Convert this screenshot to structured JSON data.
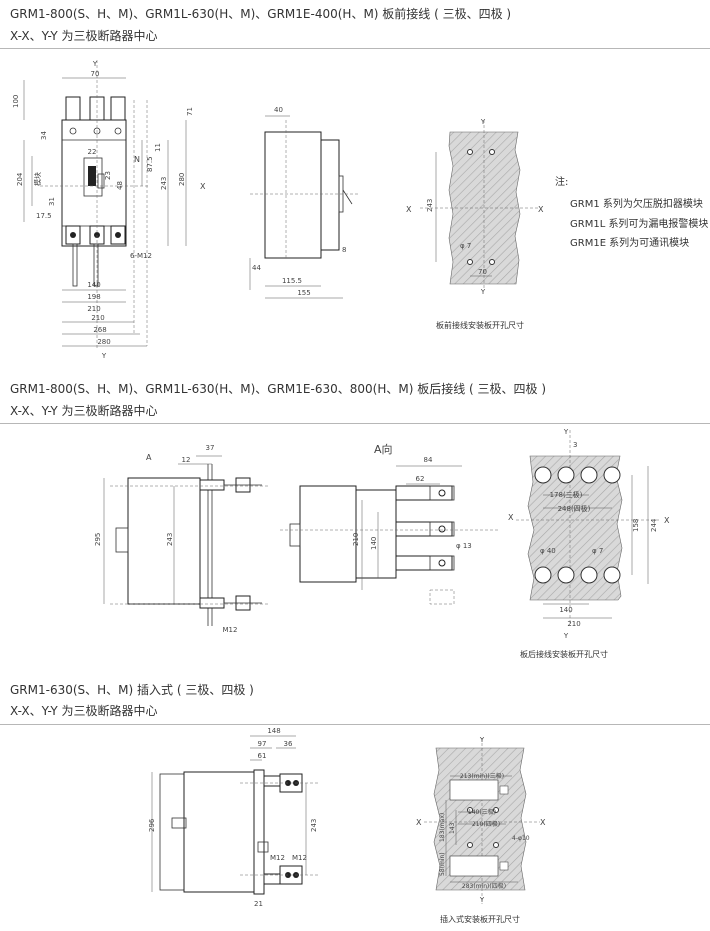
{
  "sections": [
    {
      "title": "GRM1-800(S、H、M)、GRM1L-630(H、M)、GRM1E-400(H、M) 板前接线 ( 三极、四极 )",
      "subtitle": "X-X、Y-Y 为三极断路器中心"
    },
    {
      "title": "GRM1-800(S、H、M)、GRM1L-630(H、M)、GRM1E-630、800(H、M) 板后接线 ( 三极、四极 )",
      "subtitle": "X-X、Y-Y 为三极断路器中心"
    },
    {
      "title": "GRM1-630(S、H、M) 插入式 ( 三极、四极 )",
      "subtitle": "X-X、Y-Y 为三极断路器中心"
    }
  ],
  "notes": {
    "heading": "注:",
    "items": [
      "GRM1 系列为欠压脱扣器模块",
      "GRM1L 系列可为漏电报警模块",
      "GRM1E 系列为可通讯模块"
    ]
  },
  "captions": {
    "front_cutout": "板前接线安装板开孔尺寸",
    "rear_cutout": "板后接线安装板开孔尺寸",
    "plugin_cutout": "插入式安装板开孔尺寸"
  },
  "axis": {
    "x": "X",
    "y": "Y",
    "n": "N",
    "a": "A",
    "a_view": "A向"
  },
  "s1_front": {
    "d70": "70",
    "d100": "100",
    "d71": "71",
    "d34": "34",
    "d22": "22",
    "d11": "11",
    "d204": "204",
    "module": "模块",
    "d23": "23",
    "d48": "48",
    "d87_5": "87.5",
    "d243": "243",
    "d280": "280",
    "d31": "31",
    "d17_5": "17.5",
    "m12": "6-M12",
    "d140": "140",
    "d198": "198",
    "d210": "210",
    "d210b": "210",
    "d268": "268",
    "d280b": "280"
  },
  "s1_side": {
    "d40": "40",
    "d44": "44",
    "d8": "8",
    "d115_5": "115.5",
    "d155": "155"
  },
  "s1_cut": {
    "d243": "243",
    "phi7": "φ 7",
    "d70": "70"
  },
  "s2_side": {
    "d37": "37",
    "d12": "12",
    "d295": "295",
    "d243": "243",
    "m12": "M12"
  },
  "s2_aview": {
    "d84": "84",
    "d62": "62",
    "d210": "210",
    "d140": "140",
    "phi13": "φ 13"
  },
  "s2_cut": {
    "d3": "3",
    "d178": "178(三极)",
    "d248": "248(四极)",
    "phi40": "φ 40",
    "phi7": "φ 7",
    "d158": "158",
    "d244": "244",
    "d140": "140",
    "d210": "210"
  },
  "s3_side": {
    "d148": "148",
    "d97": "97",
    "d36": "36",
    "d61": "61",
    "d296": "296",
    "d243": "243",
    "m12a": "M12",
    "m12b": "M12",
    "d21": "21"
  },
  "s3_cut": {
    "d213": "213(min)(三极)",
    "d140": "140(三极)",
    "d210": "210(四极)",
    "d143": "143",
    "d183": "183(max)",
    "d4phi10": "4-φ10",
    "d58": "58(min)",
    "d283": "283(min)(四极)"
  }
}
